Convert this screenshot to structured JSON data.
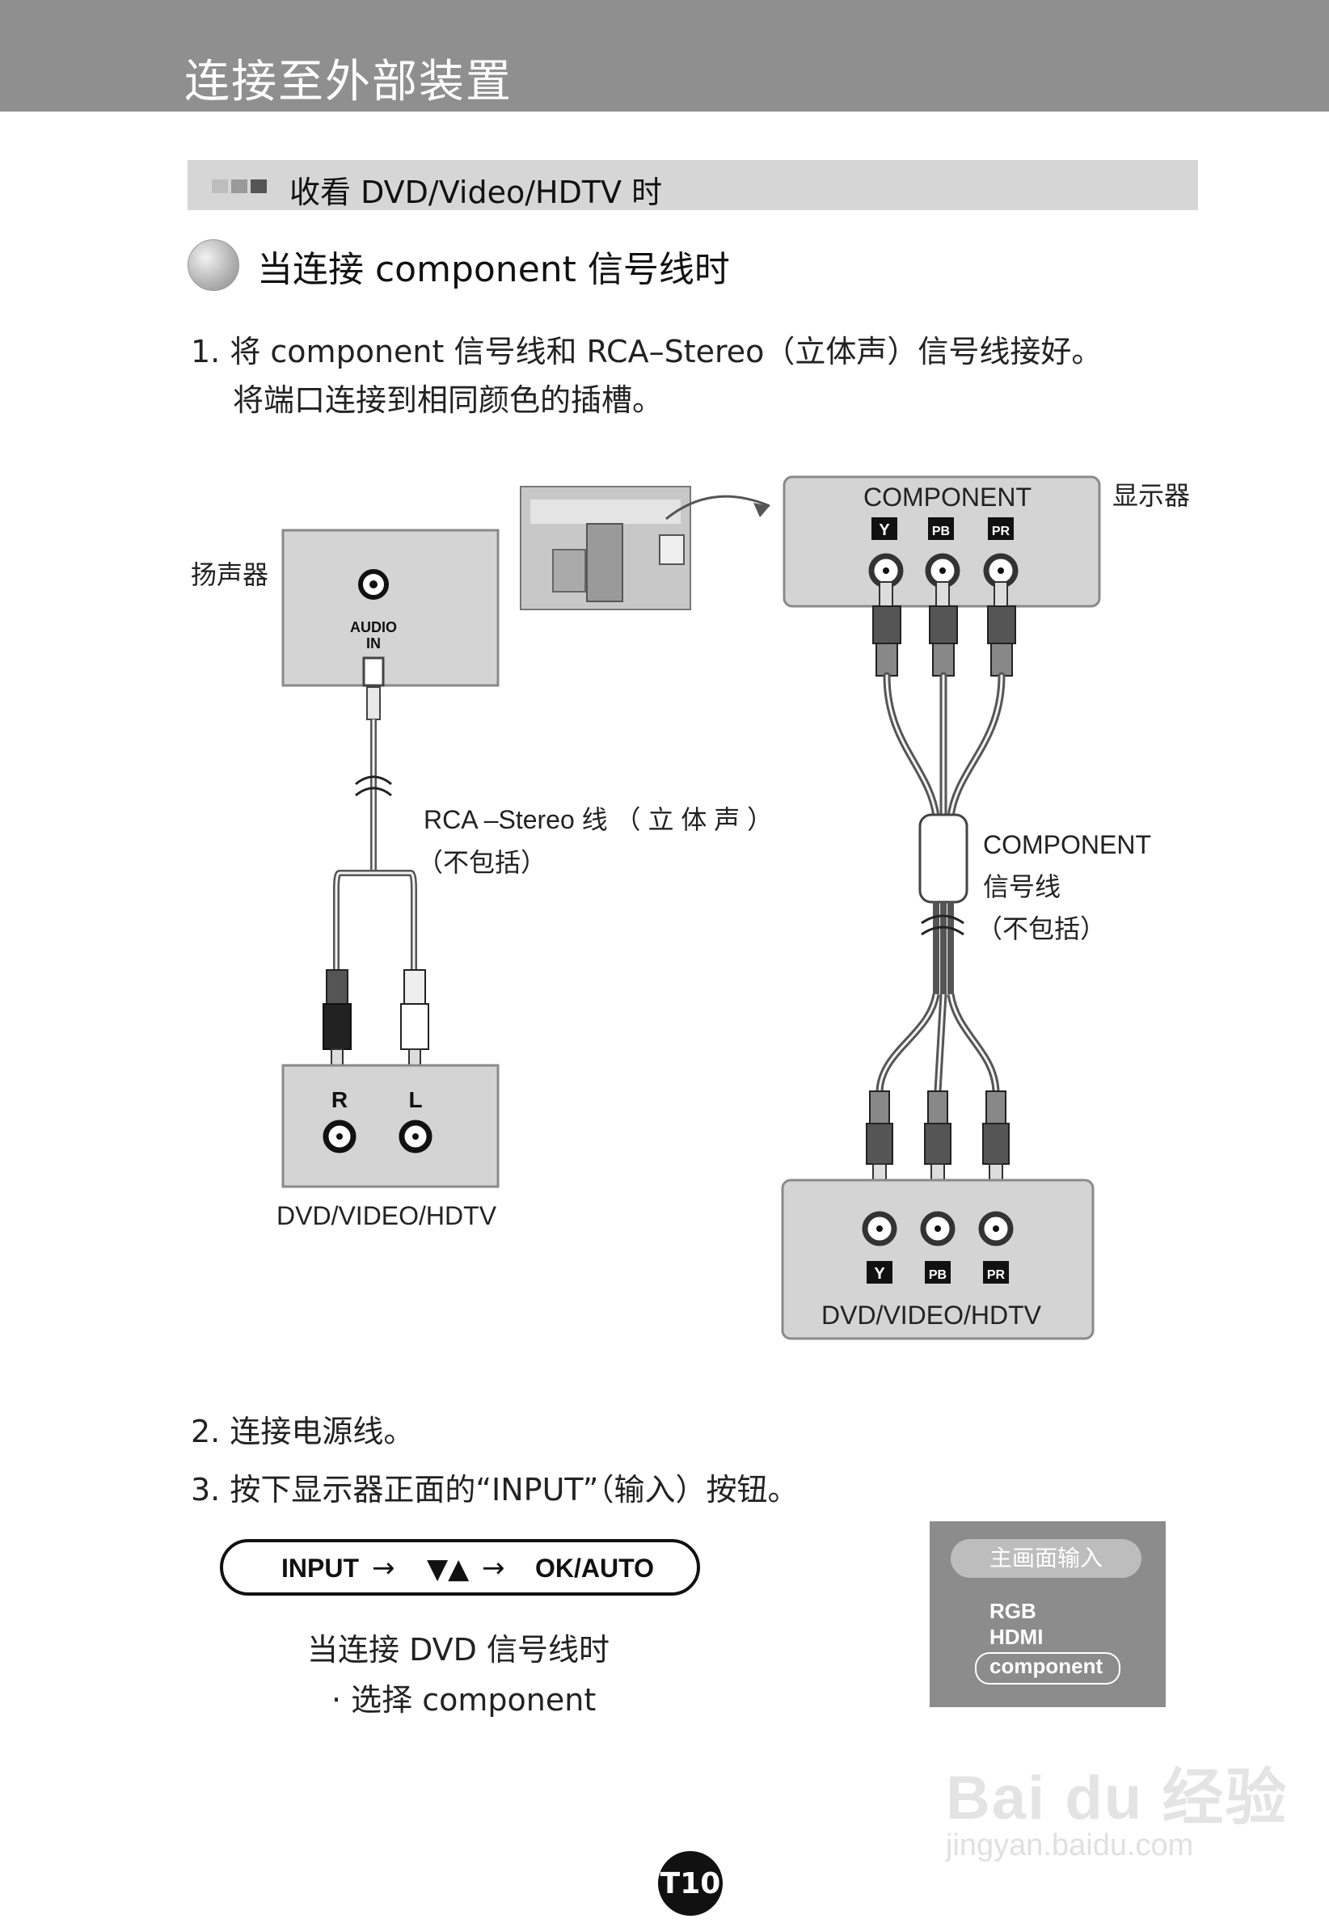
{
  "header": {
    "title": "连接至外部装置"
  },
  "section": {
    "title": "收看 DVD/Video/HDTV 时"
  },
  "subheading": "当连接 component 信号线时",
  "steps": {
    "step1_line1": "1. 将 component 信号线和 RCA–Stereo（立体声）信号线接好。",
    "step1_line2": "将端口连接到相同颜色的插槽。",
    "step2": "2. 连接电源线。",
    "step3": "3. 按下显示器正面的“INPUT”（输入）按钮。"
  },
  "diagram": {
    "speaker_label": "扬声器",
    "audio_in_line1": "AUDIO",
    "audio_in_line2": "IN",
    "monitor_label": "显示器",
    "component_header": "COMPONENT",
    "port_y": "Y",
    "port_pb": "PB",
    "port_pr": "PR",
    "rca_label_line1": "RCA –Stereo  线 （ 立 体 声 ）",
    "rca_label_line2": "（不包括）",
    "component_cable_line1": "COMPONENT",
    "component_cable_line2": "信号线",
    "component_cable_line3": "（不包括）",
    "rl_r": "R",
    "rl_l": "L",
    "dvd_left_label": "DVD/VIDEO/HDTV",
    "dvd_right_label": "DVD/VIDEO/HDTV"
  },
  "button_sequence": {
    "input": "INPUT",
    "arrow1": "→",
    "arrows": "▼▲",
    "arrow2": "→",
    "ok_auto": "OK/AUTO"
  },
  "dvd_note": {
    "line1": "当连接 DVD 信号线时",
    "line2": "· 选择 component"
  },
  "osd": {
    "title": "主画面输入",
    "items": [
      "RGB",
      "HDMI",
      "component"
    ]
  },
  "watermark": {
    "brand": "Bai du 经验",
    "url": "jingyan.baidu.com"
  },
  "page_number": "T10",
  "colors": {
    "header_bg": "#8f8f8f",
    "section_bg": "#d6d6d6",
    "panel_bg": "#d4d4d4",
    "osd_bg": "#8c8c8c"
  }
}
